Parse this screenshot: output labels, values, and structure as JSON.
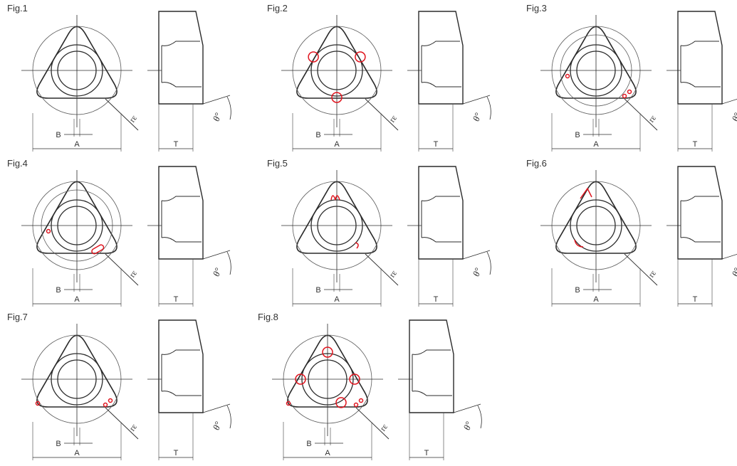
{
  "colors": {
    "line": "#2b2b2b",
    "thin": "#5a5a5a",
    "accent": "#e0141e",
    "background": "#ffffff"
  },
  "labels": {
    "dim_a": "A",
    "dim_b": "B",
    "dim_t": "T",
    "corner_radius": "rε",
    "angle": "θ°"
  },
  "figures": [
    {
      "id": 1,
      "label": "Fig.1",
      "features": []
    },
    {
      "id": 2,
      "label": "Fig.2",
      "features": [
        "lobes-three"
      ]
    },
    {
      "id": 3,
      "label": "Fig.3",
      "features": [
        "dot-left",
        "dots-pair-right",
        "ring-extra"
      ]
    },
    {
      "id": 4,
      "label": "Fig.4",
      "features": [
        "dot-left",
        "slot-right",
        "ring-extra"
      ]
    },
    {
      "id": 5,
      "label": "Fig.5",
      "features": [
        "notch-top",
        "notch-right"
      ]
    },
    {
      "id": 6,
      "label": "Fig.6",
      "features": [
        "arc-top",
        "arc-bottom"
      ]
    },
    {
      "id": 7,
      "label": "Fig.7",
      "features": [
        "dot-left-low",
        "dots-pair-right"
      ]
    },
    {
      "id": 8,
      "label": "Fig.8",
      "features": [
        "lobes-four",
        "dot-left-low",
        "dots-pair-right"
      ]
    }
  ]
}
